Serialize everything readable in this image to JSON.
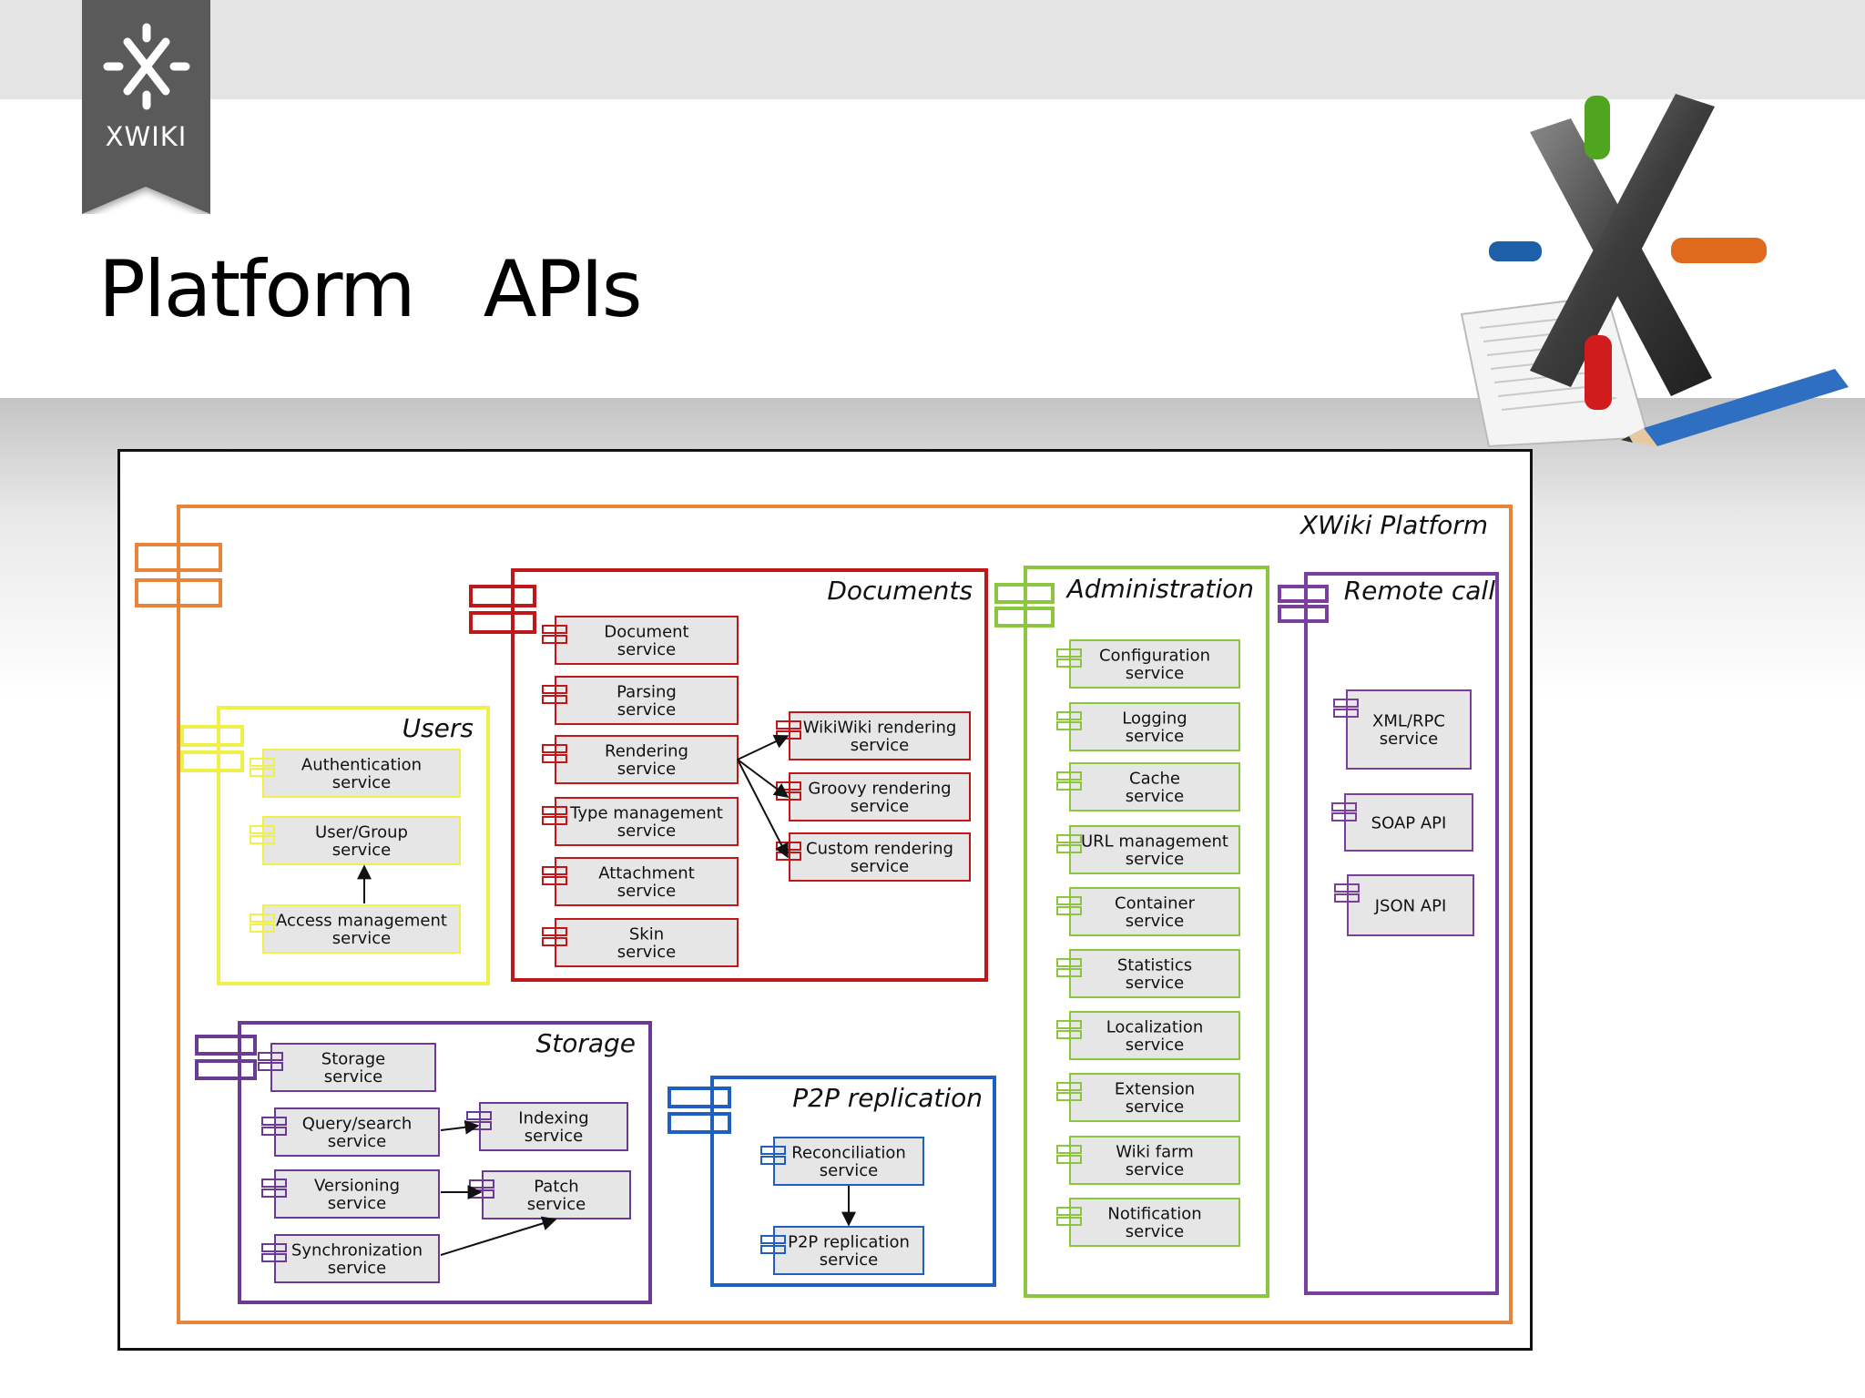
{
  "badge": {
    "text": "XWIKI"
  },
  "page": {
    "title": "Platform   APIs"
  },
  "colors": {
    "platform": "#e8843a",
    "documents": "#c01818",
    "users": "#f0f04a",
    "administration": "#8cc63f",
    "remote": "#7a3f9d",
    "storage": "#6a3a95",
    "p2p": "#1f5fbf"
  },
  "diagram": {
    "platform_title": "XWiki Platform",
    "groups": {
      "documents": {
        "title": "Documents",
        "services": [
          [
            "Document",
            "service"
          ],
          [
            "Parsing",
            "service"
          ],
          [
            "Rendering",
            "service"
          ],
          [
            "Type management",
            "service"
          ],
          [
            "Attachment",
            "service"
          ],
          [
            "Skin",
            "service"
          ],
          [
            "WikiWiki rendering",
            "service"
          ],
          [
            "Groovy rendering",
            "service"
          ],
          [
            "Custom rendering",
            "service"
          ]
        ]
      },
      "users": {
        "title": "Users",
        "services": [
          [
            "Authentication",
            "service"
          ],
          [
            "User/Group",
            "service"
          ],
          [
            "Access management",
            "service"
          ]
        ]
      },
      "administration": {
        "title": "Administration",
        "services": [
          [
            "Configuration",
            "service"
          ],
          [
            "Logging",
            "service"
          ],
          [
            "Cache",
            "service"
          ],
          [
            "URL management",
            "service"
          ],
          [
            "Container",
            "service"
          ],
          [
            "Statistics",
            "service"
          ],
          [
            "Localization",
            "service"
          ],
          [
            "Extension",
            "service"
          ],
          [
            "Wiki farm",
            "service"
          ],
          [
            "Notification",
            "service"
          ]
        ]
      },
      "remote": {
        "title": "Remote call",
        "services": [
          [
            "XML/RPC",
            "service"
          ],
          [
            "SOAP API"
          ],
          [
            "JSON API"
          ]
        ]
      },
      "storage": {
        "title": "Storage",
        "services": [
          [
            "Storage",
            "service"
          ],
          [
            "Query/search",
            "service"
          ],
          [
            "Versioning",
            "service"
          ],
          [
            "Synchronization",
            "service"
          ],
          [
            "Indexing",
            "service"
          ],
          [
            "Patch",
            "service"
          ]
        ]
      },
      "p2p": {
        "title": "P2P replication",
        "services": [
          [
            "Reconciliation",
            "service"
          ],
          [
            "P2P replication",
            "service"
          ]
        ]
      }
    }
  }
}
